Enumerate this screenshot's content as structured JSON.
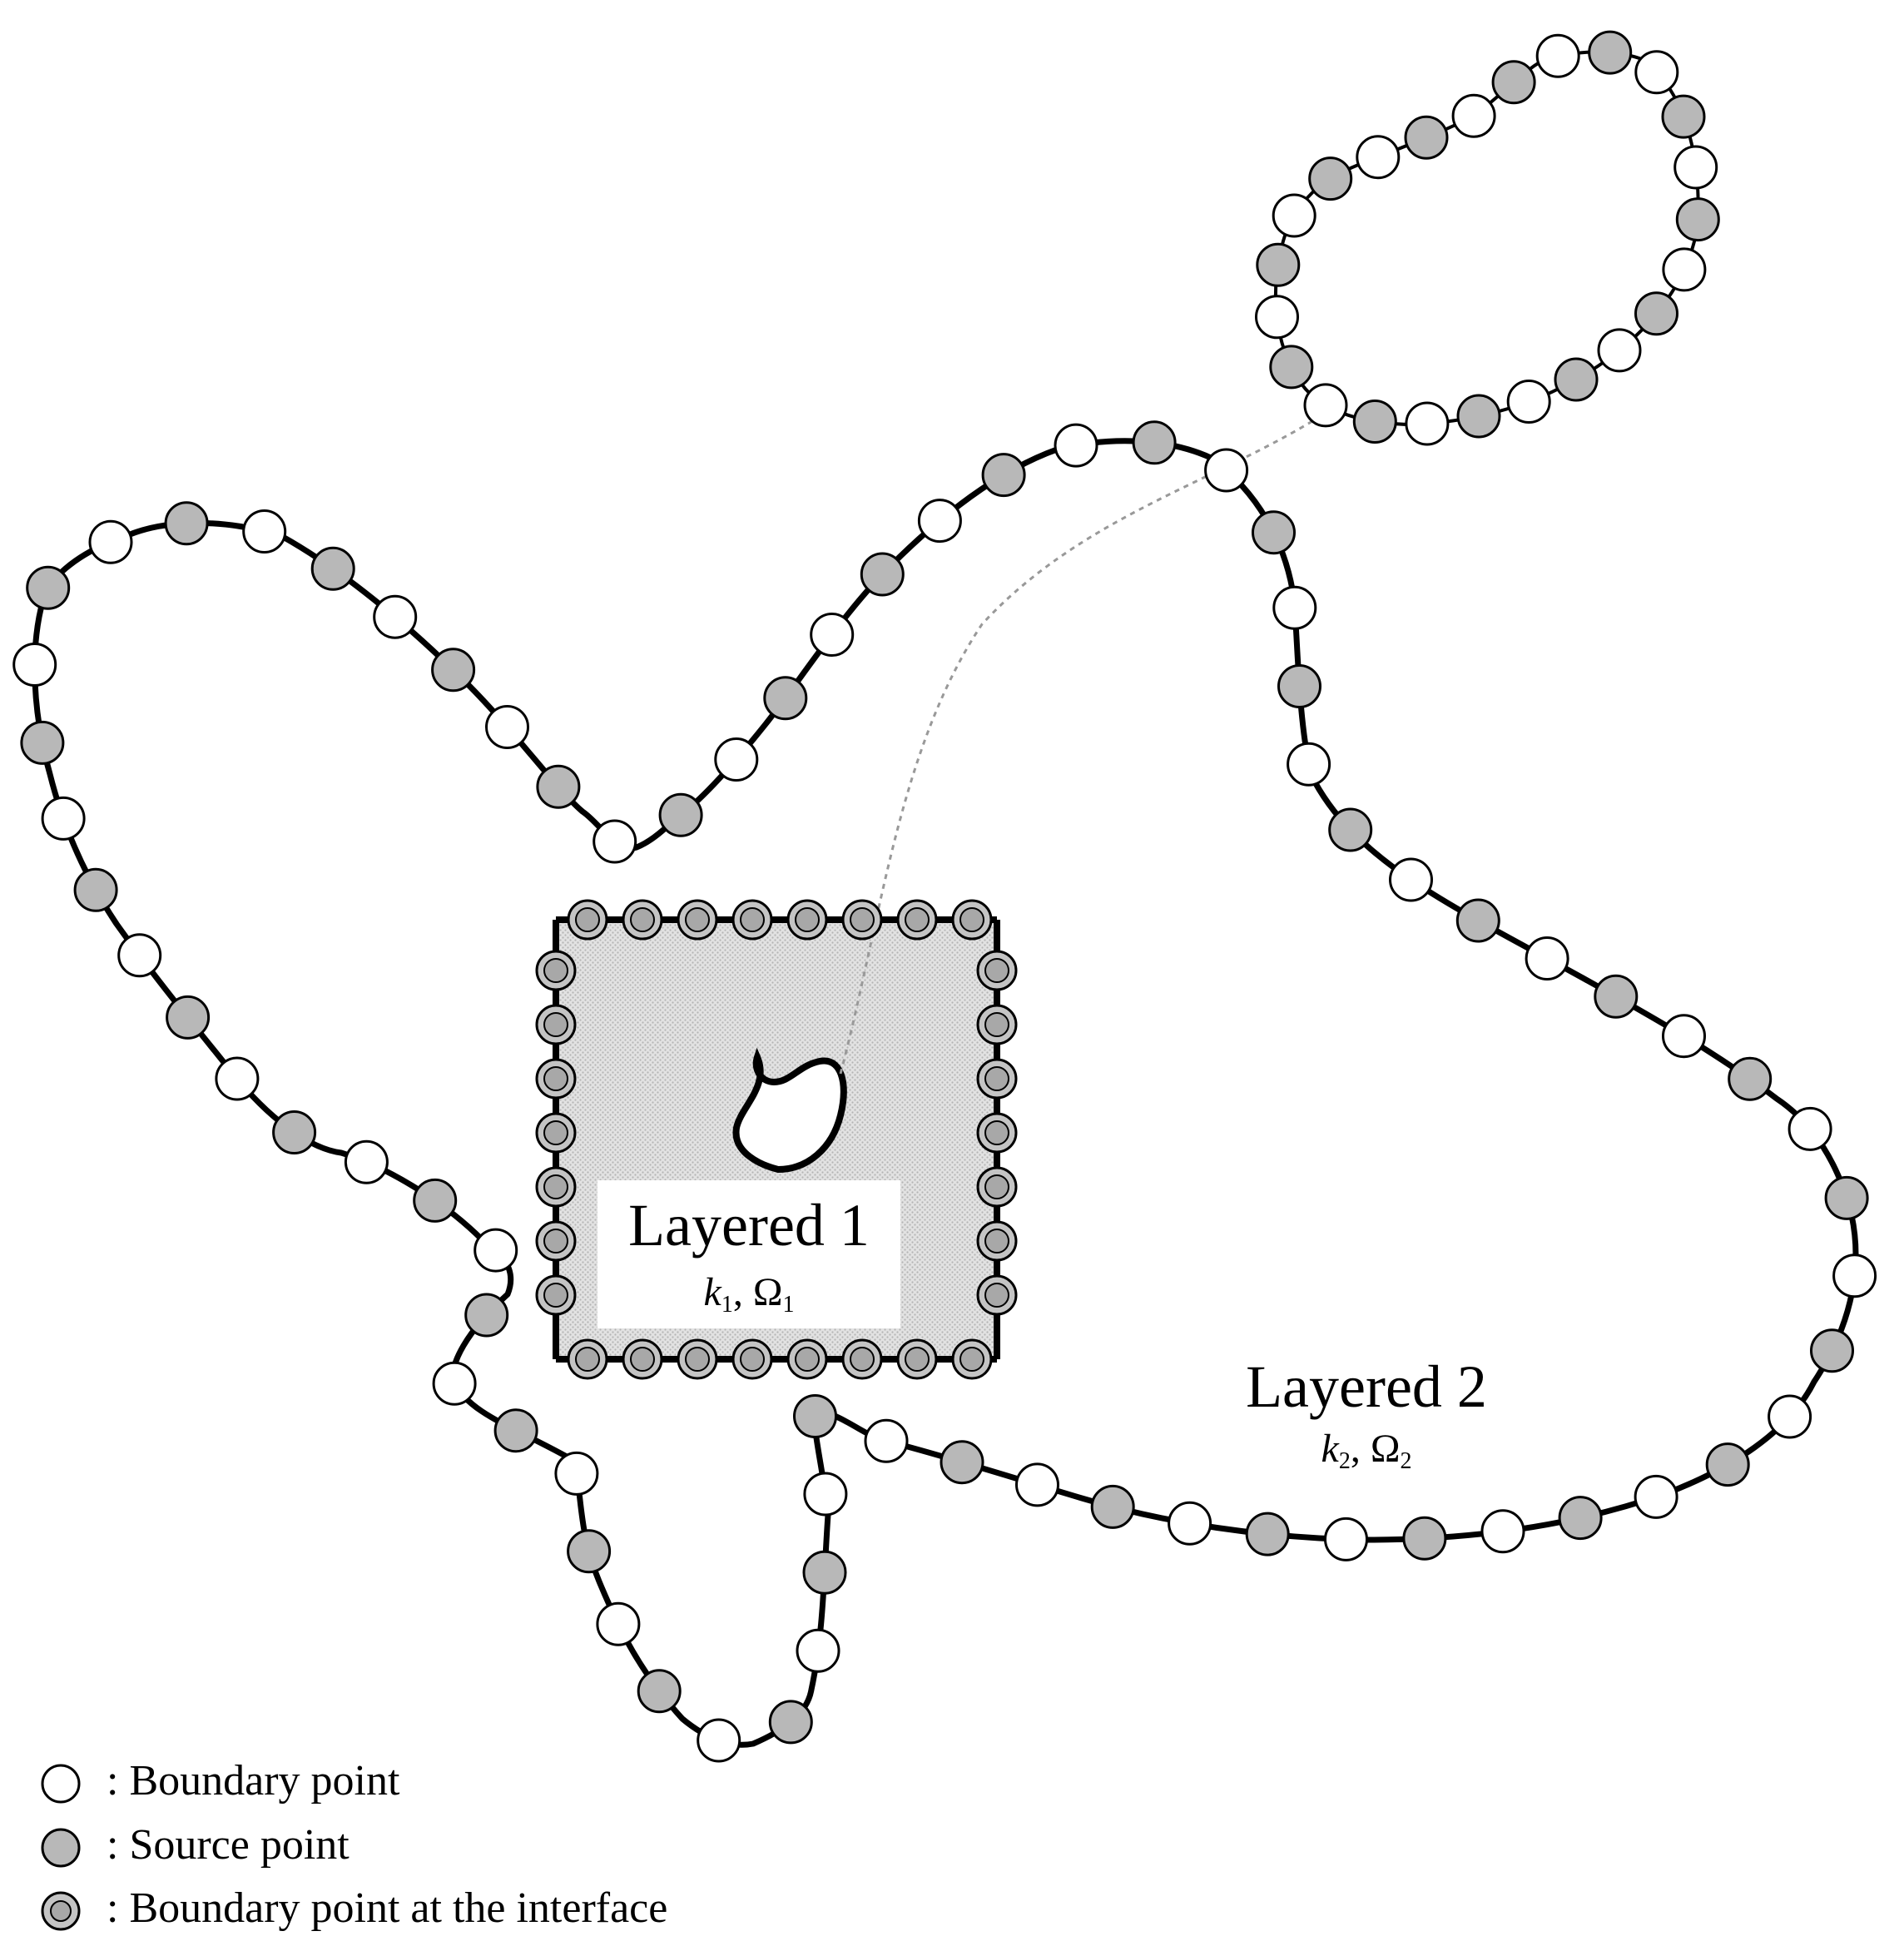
{
  "regions": {
    "layer1": {
      "title": "Layered 1",
      "k": "k",
      "k_sub": "1",
      "omega": "Ω",
      "omega_sub": "1"
    },
    "layer2": {
      "title": "Layered 2",
      "k": "k",
      "k_sub": "2",
      "omega": "Ω",
      "omega_sub": "2"
    }
  },
  "legend": [
    {
      "kind": "boundary",
      "label": ": Boundary point"
    },
    {
      "kind": "source",
      "label": ": Source point"
    },
    {
      "kind": "interface",
      "label": ": Boundary point at the interface"
    }
  ],
  "colors": {
    "boundary_fill": "#ffffff",
    "source_fill": "#b8b8b8",
    "interface_outer": "#c4c4c4",
    "interface_inner": "#a8a8a8",
    "hatch": "#d4d4d4",
    "arrow": "#999999"
  }
}
